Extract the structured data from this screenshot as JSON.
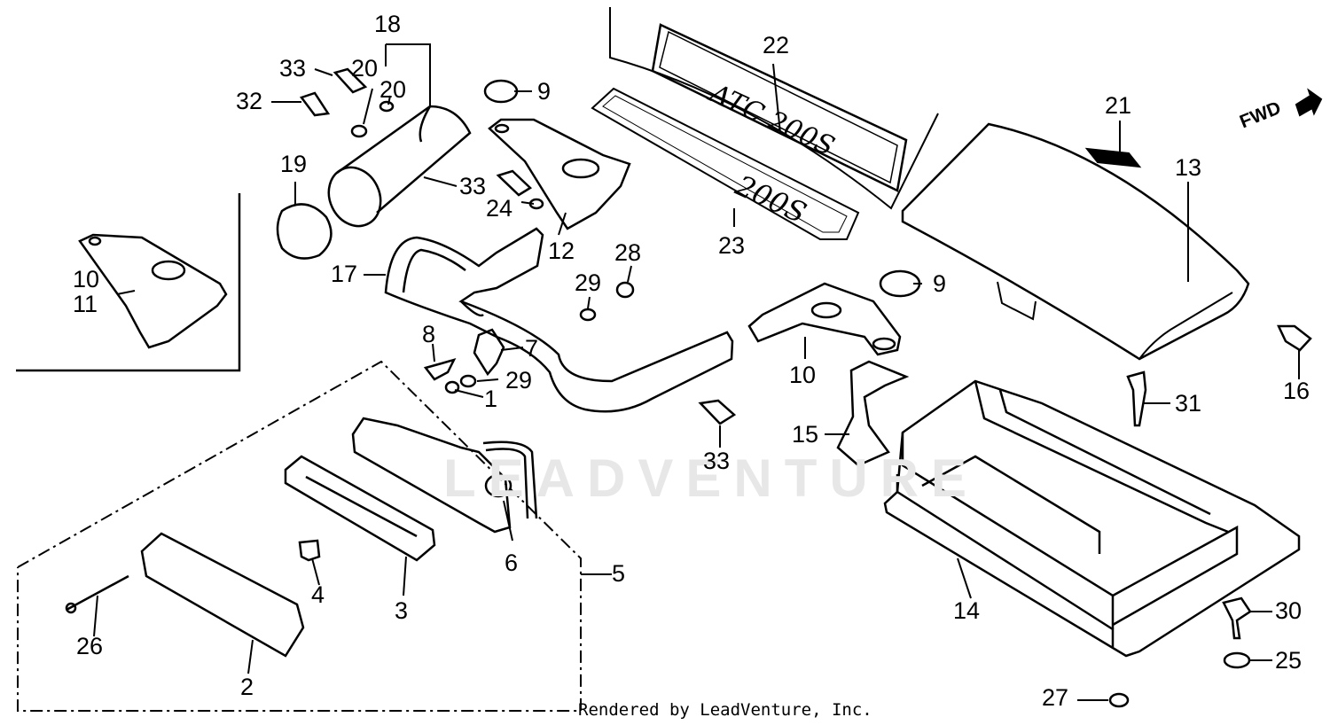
{
  "diagram": {
    "direction_label": "FWD",
    "decal_text_22": "ATC 200S",
    "decal_text_23": "200S",
    "watermark": "LEADVENTURE",
    "footer": "Rendered by LeadVenture, Inc.",
    "callouts": {
      "c1": "1",
      "c2": "2",
      "c3": "3",
      "c4": "4",
      "c5": "5",
      "c6": "6",
      "c7": "7",
      "c8": "8",
      "c9a": "9",
      "c9b": "9",
      "c10a": "10",
      "c10b": "10",
      "c11": "11",
      "c12": "12",
      "c13": "13",
      "c14": "14",
      "c15": "15",
      "c16": "16",
      "c17": "17",
      "c18": "18",
      "c19": "19",
      "c20a": "20",
      "c20b": "20",
      "c21": "21",
      "c22": "22",
      "c23": "23",
      "c24": "24",
      "c25": "25",
      "c26": "26",
      "c27": "27",
      "c28": "28",
      "c29a": "29",
      "c29b": "29",
      "c30": "30",
      "c31": "31",
      "c32": "32",
      "c33a": "33",
      "c33b": "33",
      "c33c": "33"
    }
  }
}
